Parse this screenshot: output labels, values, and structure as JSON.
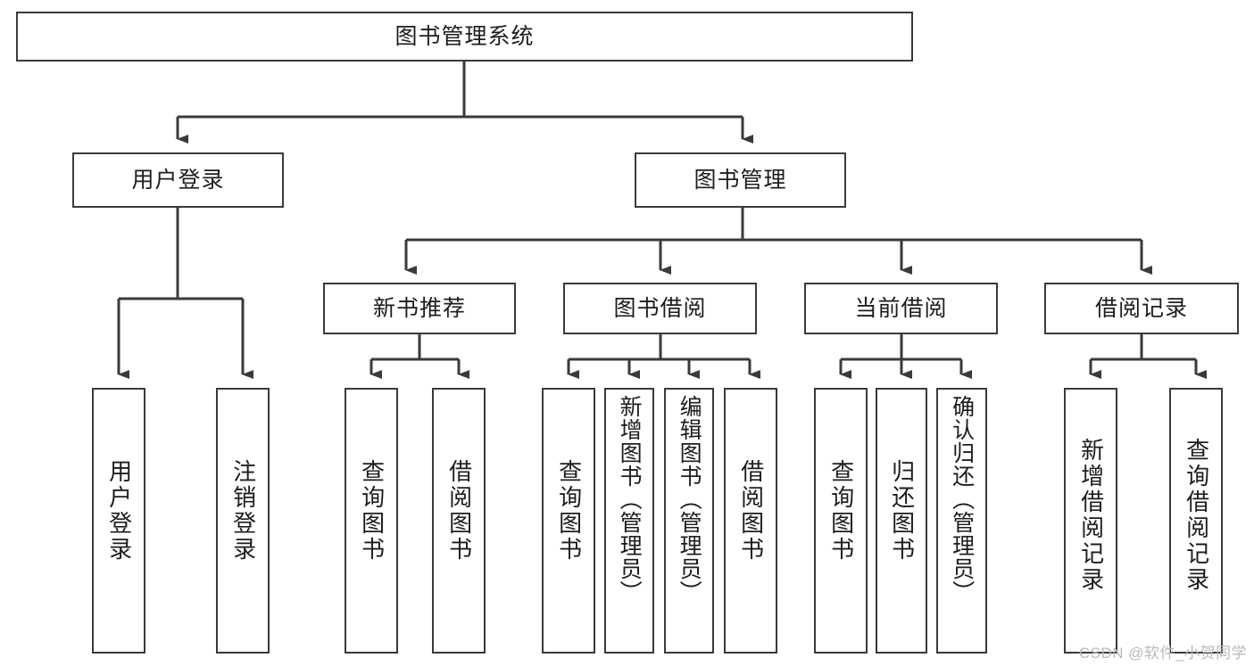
{
  "diagram": {
    "title": "图书管理系统",
    "type": "tree",
    "orientation": "top-down",
    "colors": {
      "box_border": "#3a3a3a",
      "box_fill": "#ffffff",
      "edge": "#333333",
      "text": "#1d1d1d",
      "watermark": "#b9b9b9",
      "background": "#ffffff"
    },
    "root": {
      "label": "图书管理系统"
    },
    "level2": [
      {
        "label": "用户登录"
      },
      {
        "label": "图书管理"
      }
    ],
    "level3": [
      {
        "label": "新书推荐"
      },
      {
        "label": "图书借阅"
      },
      {
        "label": "当前借阅"
      },
      {
        "label": "借阅记录"
      }
    ],
    "leaves": {
      "user_login": [
        {
          "label": "用户登录"
        },
        {
          "label": "注销登录"
        }
      ],
      "new_book": [
        {
          "label": "查询图书"
        },
        {
          "label": "借阅图书"
        }
      ],
      "book_borrow": [
        {
          "label": "查询图书"
        },
        {
          "label": "新增图书（管理员）"
        },
        {
          "label": "编辑图书（管理员）"
        },
        {
          "label": "借阅图书"
        }
      ],
      "current_borrow": [
        {
          "label": "查询图书"
        },
        {
          "label": "归还图书"
        },
        {
          "label": "确认归还（管理员）"
        }
      ],
      "borrow_record": [
        {
          "label": "新增借阅记录"
        },
        {
          "label": "查询借阅记录"
        }
      ]
    }
  },
  "watermark": {
    "text": "CSDN @软件_小贺同学"
  }
}
